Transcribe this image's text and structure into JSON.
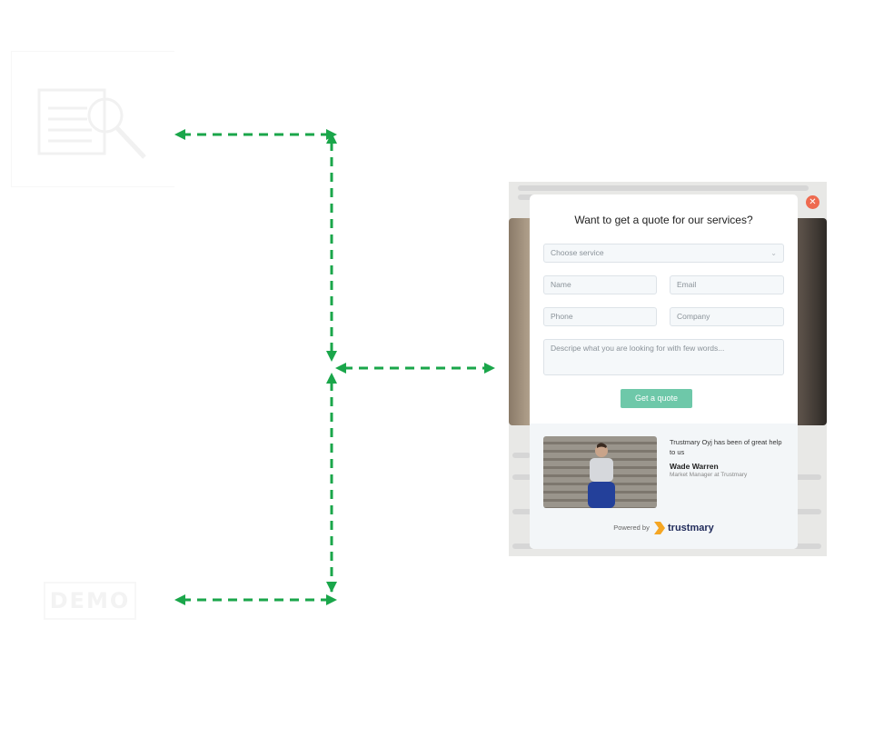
{
  "left_icons": {
    "top_icon": "document-search-icon",
    "bottom_icon_text": "DEMO"
  },
  "arrows": {
    "color": "#1aa64a"
  },
  "modal": {
    "title": "Want to get a quote for our services?",
    "service_select_placeholder": "Choose service",
    "name_placeholder": "Name",
    "email_placeholder": "Email",
    "phone_placeholder": "Phone",
    "company_placeholder": "Company",
    "description_placeholder": "Descripe what you are looking for with few words...",
    "submit_label": "Get a quote",
    "accent_color": "#6ec8a9",
    "close_color": "#ee6a4f"
  },
  "testimonial": {
    "quote": "Trustmary Oyj has been of great help to us",
    "name": "Wade Warren",
    "role": "Market Manager at Trustmary"
  },
  "footer": {
    "powered_by": "Powered by",
    "brand": "trustmary"
  }
}
